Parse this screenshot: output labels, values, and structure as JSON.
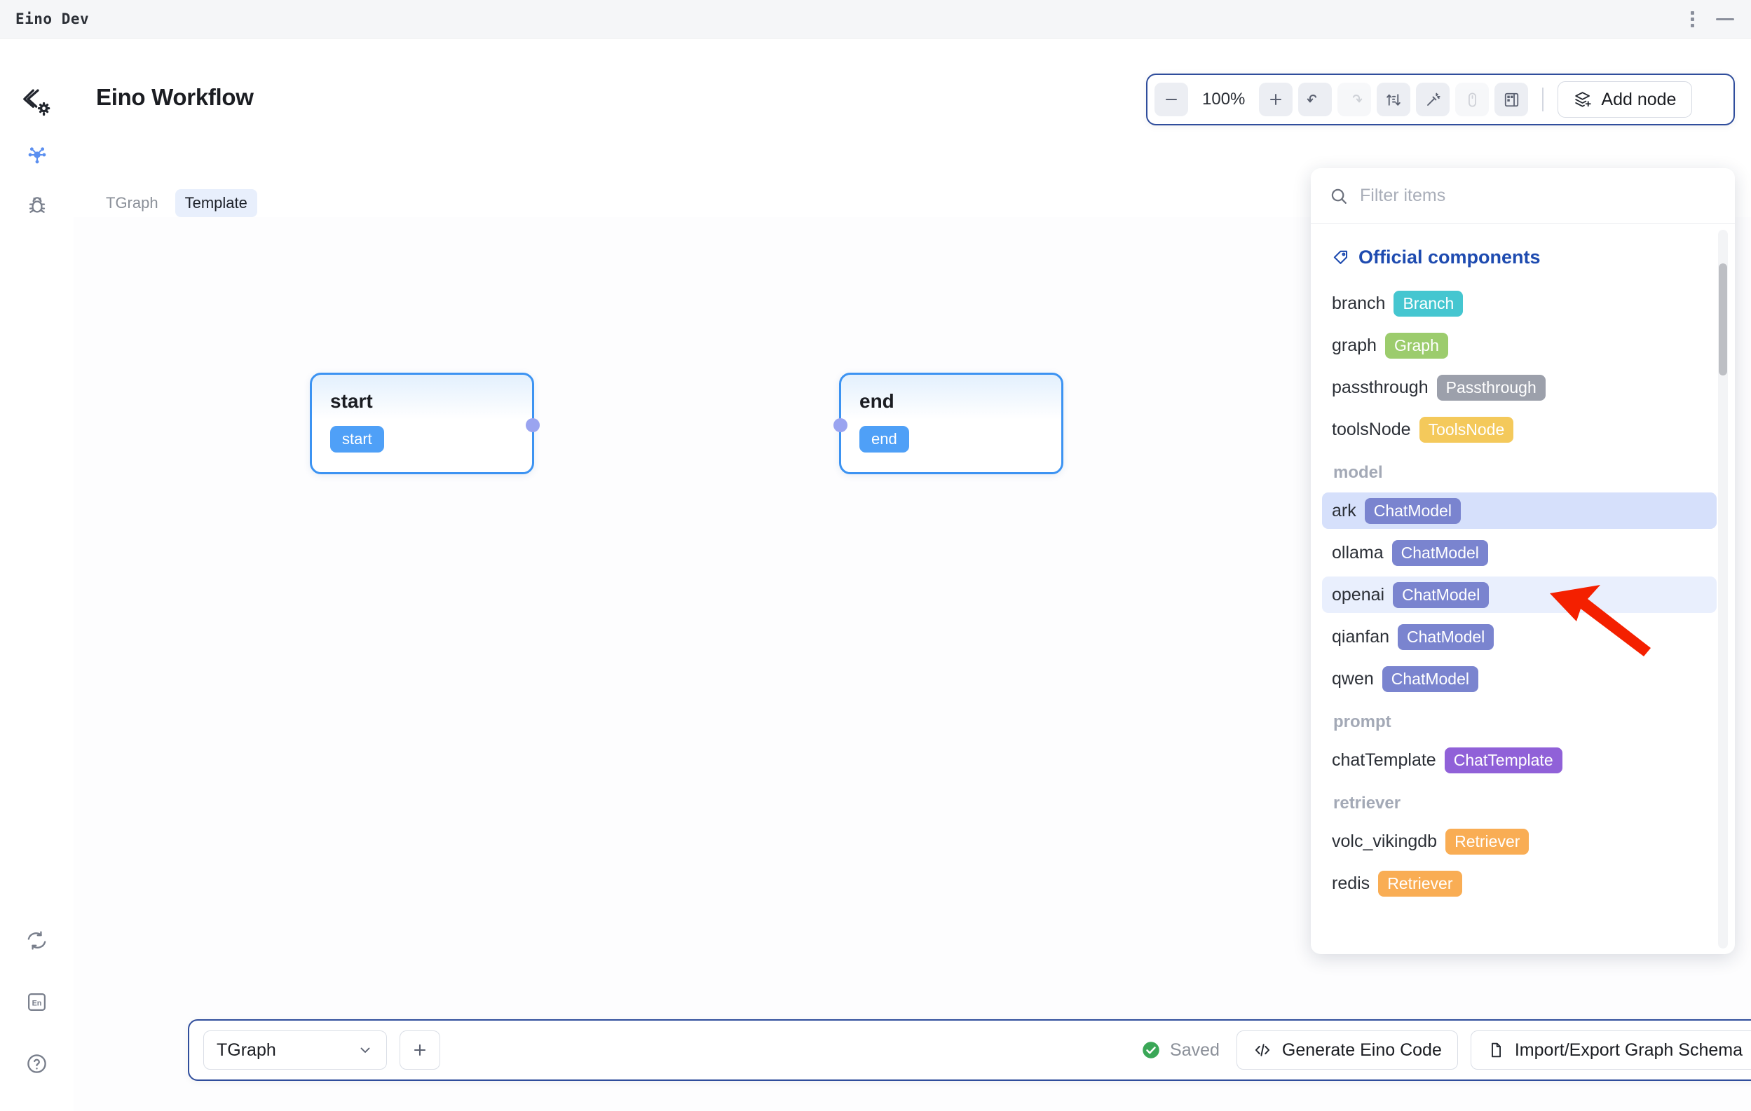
{
  "window": {
    "app_title": "Eino Dev",
    "menu_icon": "more-vertical-icon",
    "minimize_icon": "minimize-icon"
  },
  "header": {
    "page_title": "Eino Workflow",
    "logo_icon": "eino-layers-gear-icon"
  },
  "rail": {
    "items": [
      {
        "name": "graph-view",
        "icon": "node-network-icon",
        "active": true
      },
      {
        "name": "debug",
        "icon": "bug-icon",
        "active": false
      },
      {
        "name": "sync",
        "icon": "sync-refresh-icon",
        "active": false
      },
      {
        "name": "language",
        "icon": "en-language-icon",
        "active": false
      },
      {
        "name": "help",
        "icon": "question-circle-icon",
        "active": false
      }
    ]
  },
  "tabs": [
    {
      "label": "TGraph",
      "active": false
    },
    {
      "label": "Template",
      "active": true
    }
  ],
  "toolbar": {
    "zoom_out_icon": "minus-icon",
    "zoom_level": "100%",
    "zoom_in_icon": "plus-icon",
    "undo_icon": "undo-arrow-icon",
    "redo_icon": "redo-arrow-icon",
    "auto_layout_icon": "auto-layout-sort-icon",
    "magic_icon": "magic-wand-icon",
    "mouse_icon": "mouse-pointer-mode-icon",
    "panel_icon": "panel-layout-icon",
    "add_node_label": "Add node",
    "add_node_icon": "add-layers-icon"
  },
  "nodes": [
    {
      "title": "start",
      "chip": "start"
    },
    {
      "title": "end",
      "chip": "end"
    }
  ],
  "dropdown": {
    "search_placeholder": "Filter items",
    "search_value": "",
    "search_icon": "search-icon",
    "official_label": "Official components",
    "official_icon": "tag-icon",
    "top_items": [
      {
        "name": "branch",
        "badge": "Branch",
        "color": "#45c6d0",
        "highlight": "none"
      },
      {
        "name": "graph",
        "badge": "Graph",
        "color": "#9ccc6d",
        "highlight": "none"
      },
      {
        "name": "passthrough",
        "badge": "Passthrough",
        "color": "#9ca0ab",
        "highlight": "none"
      },
      {
        "name": "toolsNode",
        "badge": "ToolsNode",
        "color": "#f4c95b",
        "highlight": "none"
      }
    ],
    "groups": [
      {
        "label": "model",
        "items": [
          {
            "name": "ark",
            "badge": "ChatModel",
            "color": "#7a84cf",
            "highlight": "strong"
          },
          {
            "name": "ollama",
            "badge": "ChatModel",
            "color": "#7a84cf",
            "highlight": "none"
          },
          {
            "name": "openai",
            "badge": "ChatModel",
            "color": "#7a84cf",
            "highlight": "soft"
          },
          {
            "name": "qianfan",
            "badge": "ChatModel",
            "color": "#7a84cf",
            "highlight": "none"
          },
          {
            "name": "qwen",
            "badge": "ChatModel",
            "color": "#7a84cf",
            "highlight": "none"
          }
        ]
      },
      {
        "label": "prompt",
        "items": [
          {
            "name": "chatTemplate",
            "badge": "ChatTemplate",
            "color": "#9061d8",
            "highlight": "none"
          }
        ]
      },
      {
        "label": "retriever",
        "items": [
          {
            "name": "volc_vikingdb",
            "badge": "Retriever",
            "color": "#f9ad54",
            "highlight": "none"
          },
          {
            "name": "redis",
            "badge": "Retriever",
            "color": "#f9ad54",
            "highlight": "none"
          }
        ]
      }
    ]
  },
  "annotation": {
    "arrow_color": "#f42000",
    "points_to": "openai ChatModel"
  },
  "bottom": {
    "graph_select_value": "TGraph",
    "graph_select_icon": "chevron-down-icon",
    "add_graph_icon": "plus-icon",
    "saved_label": "Saved",
    "saved_icon": "check-circle-icon",
    "saved_color": "#3aa757",
    "generate_code_label": "Generate Eino Code",
    "generate_code_icon": "code-brackets-icon",
    "import_export_label": "Import/Export Graph Schema",
    "import_export_icon": "document-icon"
  },
  "colors": {
    "accent_border": "#2f4b9c",
    "node_border": "#3c93f2",
    "official_title": "#1e4bb0"
  }
}
